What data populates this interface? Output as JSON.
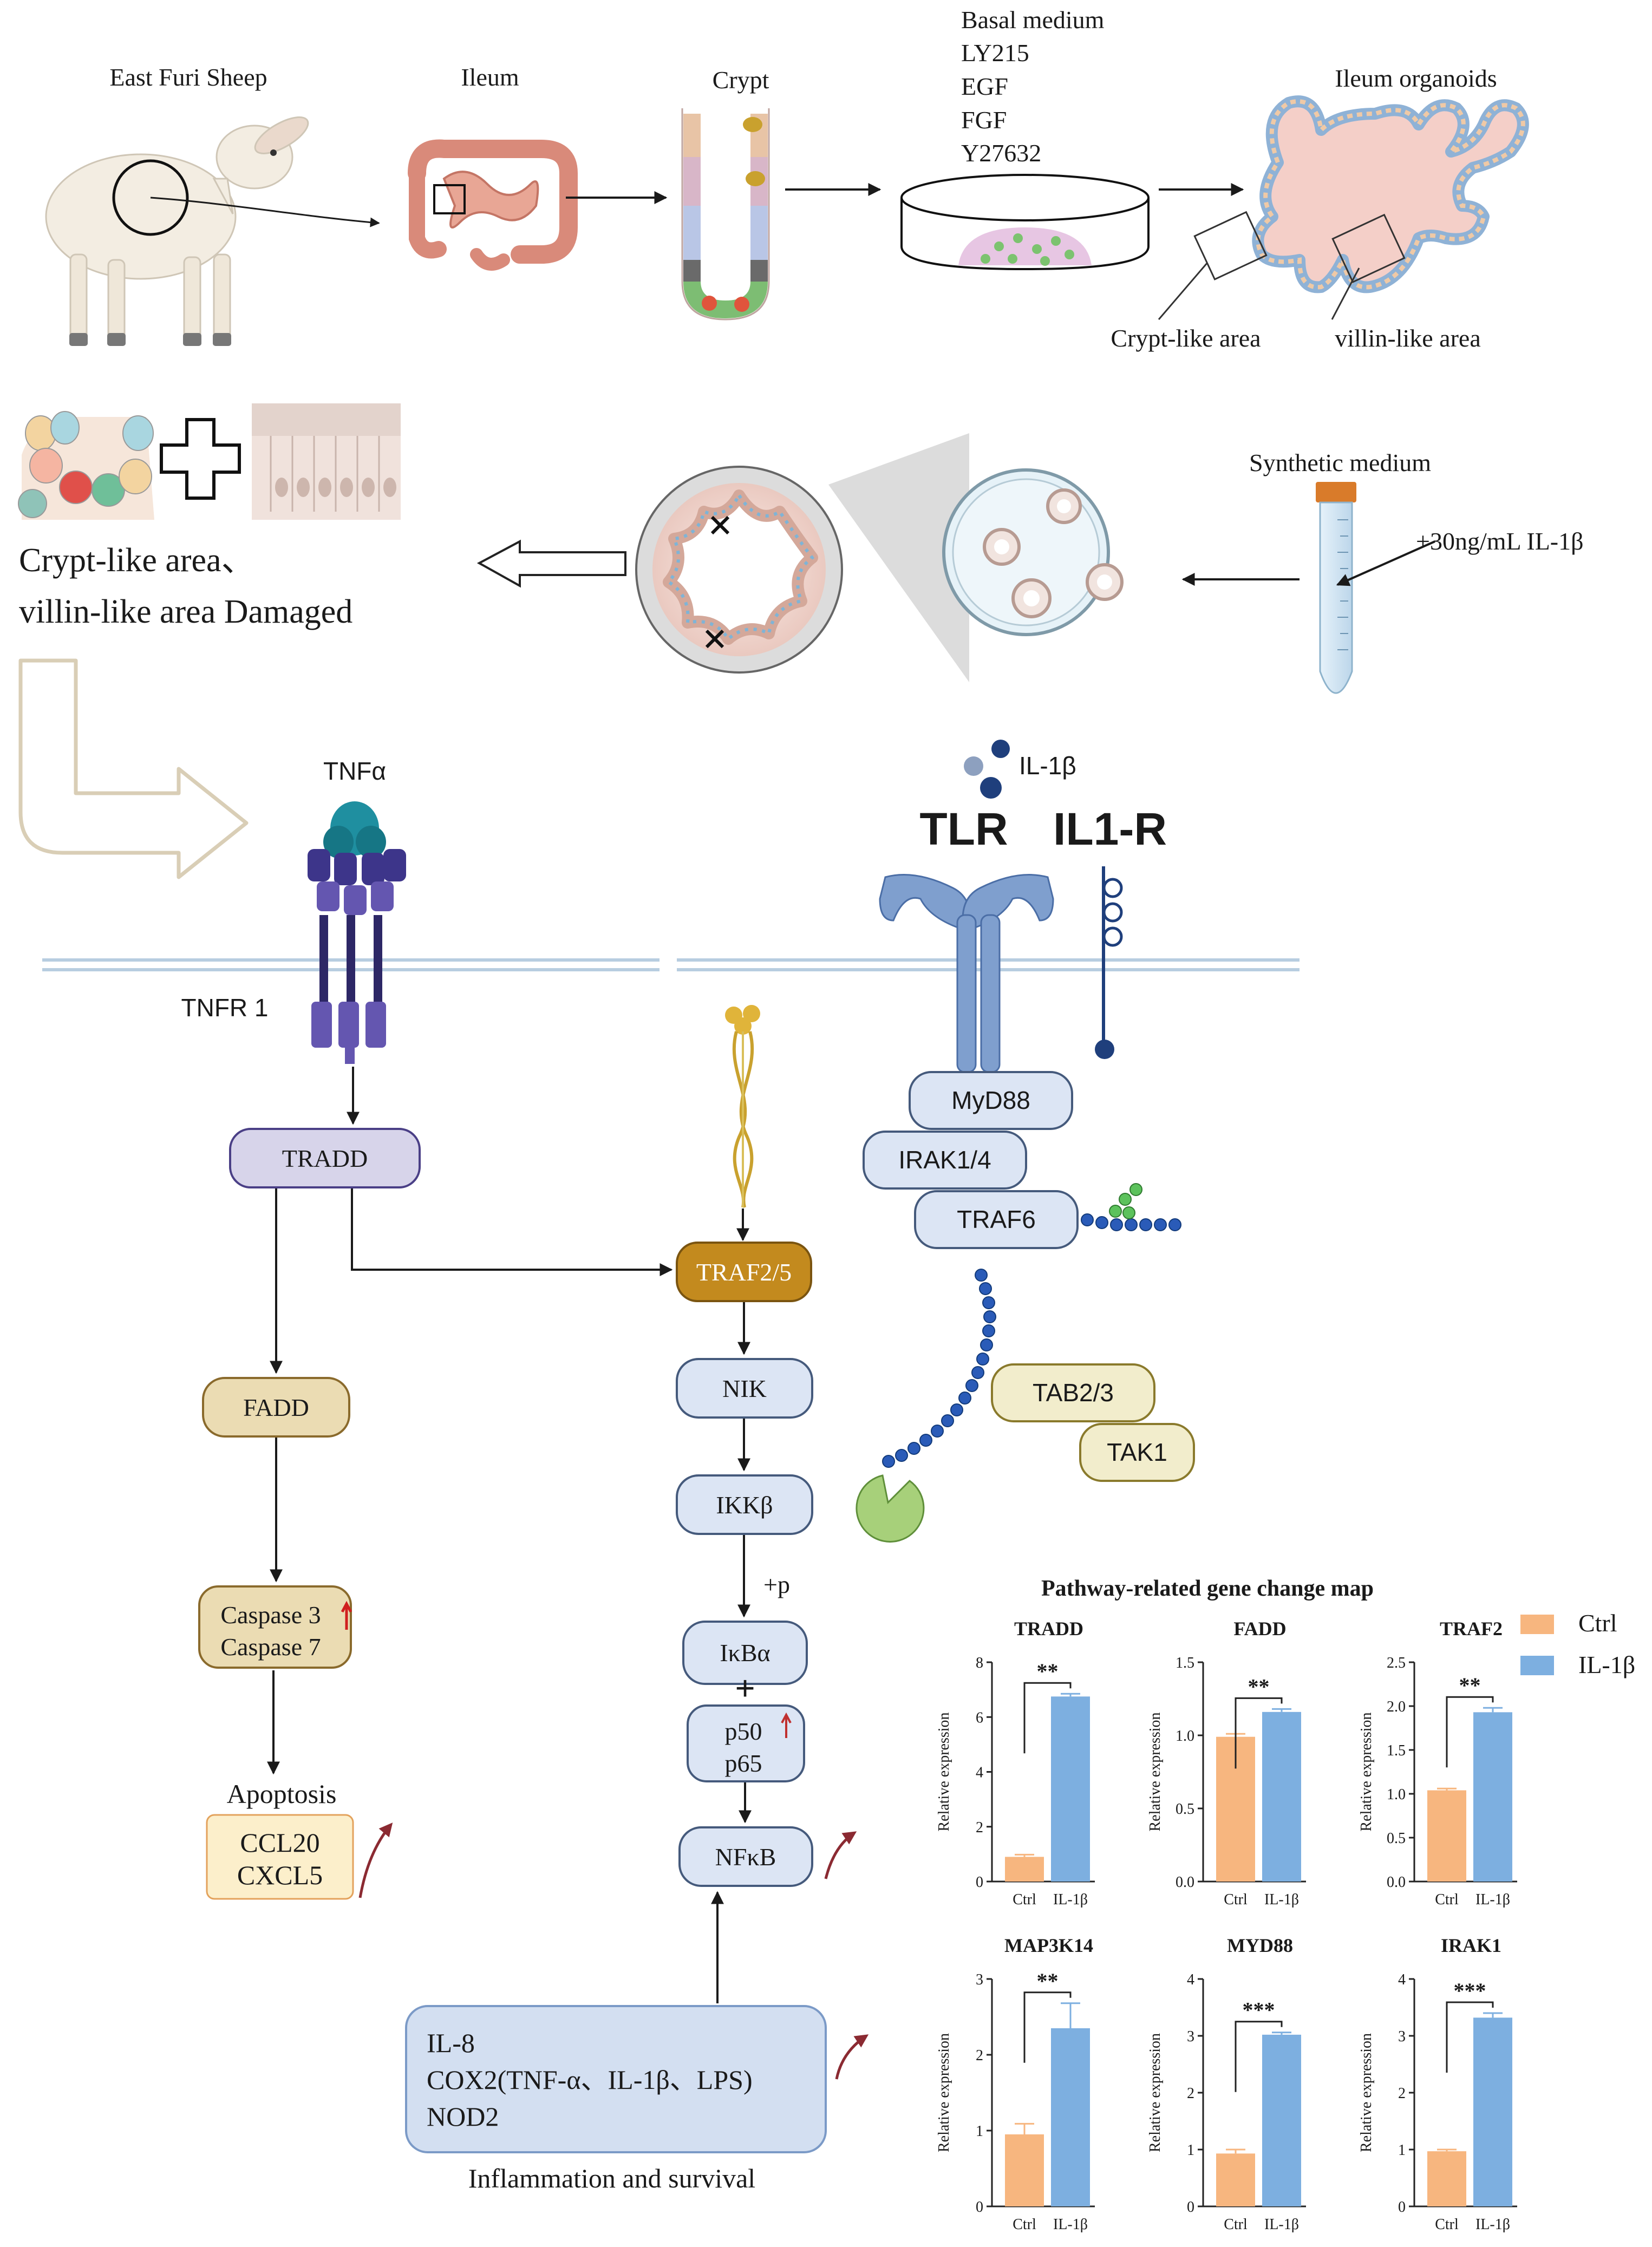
{
  "top_panel": {
    "sheep": "East Furi Sheep",
    "ileum": "Ileum",
    "crypt": "Crypt",
    "medium_items": [
      "Basal medium",
      "LY215",
      "EGF",
      "FGF",
      "Y27632"
    ],
    "organoids": "Ileum organoids",
    "crypt_like": "Crypt-like area",
    "villin_like": "villin-like area"
  },
  "second_panel": {
    "damage_line1": "Crypt-like area、",
    "damage_line2": "villin-like area Damaged",
    "synthetic": "Synthetic medium",
    "il1b_dose": "+30ng/mL IL-1β"
  },
  "pathway": {
    "tnfa": "TNFα",
    "tnfr1": "TNFR 1",
    "il1b": "IL-1β",
    "tlr": "TLR",
    "il1r": "IL1-R",
    "tradd": "TRADD",
    "fadd": "FADD",
    "caspase3": "Caspase 3",
    "caspase7": "Caspase 7",
    "apoptosis": "Apoptosis",
    "ccl20": "CCL20",
    "cxcl5": "CXCL5",
    "traf25": "TRAF2/5",
    "nik": "NIK",
    "ikkb": "IKKβ",
    "plus_p": "+p",
    "ikba": "IκBα",
    "plus": "+",
    "p50": "p50",
    "p65": "p65",
    "nfkb": "NFκB",
    "myd88": "MyD88",
    "irak14": "IRAK1/4",
    "traf6": "TRAF6",
    "tab23": "TAB2/3",
    "tak1": "TAK1",
    "inflam_lines": [
      "IL-8",
      "COX2(TNF-α、IL-1β、LPS)",
      "NOD2"
    ],
    "inflam_label": "Inflammation and survival"
  },
  "colors": {
    "ctrl": "#F7B67F",
    "il1b": "#7DAFE0",
    "tradd_box": "#D7D4EA",
    "fadd_box": "#EBDCB3",
    "traf25_box": "#C38A1E",
    "pathway_box": "#DCE5F4",
    "tab_box": "#F2EDCC",
    "apoptosis_box": "#FCEFCB",
    "inflam_box": "#D3DFF1",
    "receptor_tlr": "#7F9FCE",
    "membrane": "#B7CDE0"
  },
  "chart_data": {
    "title": "Pathway-related gene change map",
    "legend": [
      "Ctrl",
      "IL-1β"
    ],
    "legend_position": "top-right",
    "type": "bar",
    "ylabel": "Relative expression",
    "panels": [
      {
        "gene": "TRADD",
        "categories": [
          "Ctrl",
          "IL-1β"
        ],
        "values": [
          0.9,
          6.75
        ],
        "errors": [
          0.08,
          0.1
        ],
        "ylim": [
          0,
          8
        ],
        "yticks": [
          "0",
          "2",
          "4",
          "6",
          "8"
        ],
        "significance": "**"
      },
      {
        "gene": "FADD",
        "categories": [
          "Ctrl",
          "IL-1β"
        ],
        "values": [
          0.99,
          1.16
        ],
        "errors": [
          0.02,
          0.02
        ],
        "ylim": [
          0,
          1.5
        ],
        "yticks": [
          "0.0",
          "0.5",
          "1.0",
          "1.5"
        ],
        "significance": "**"
      },
      {
        "gene": "TRAF2",
        "categories": [
          "Ctrl",
          "IL-1β"
        ],
        "values": [
          1.04,
          1.93
        ],
        "errors": [
          0.02,
          0.05
        ],
        "ylim": [
          0,
          2.5
        ],
        "yticks": [
          "0.0",
          "0.5",
          "1.0",
          "1.5",
          "2.0",
          "2.5"
        ],
        "significance": "**"
      },
      {
        "gene": "MAP3K14",
        "categories": [
          "Ctrl",
          "IL-1β"
        ],
        "values": [
          0.95,
          2.35
        ],
        "errors": [
          0.14,
          0.33
        ],
        "ylim": [
          0,
          3
        ],
        "yticks": [
          "0",
          "1",
          "2",
          "3"
        ],
        "significance": "**"
      },
      {
        "gene": "MYD88",
        "categories": [
          "Ctrl",
          "IL-1β"
        ],
        "values": [
          0.93,
          3.02
        ],
        "errors": [
          0.07,
          0.04
        ],
        "ylim": [
          0,
          4
        ],
        "yticks": [
          "0",
          "1",
          "2",
          "3",
          "4"
        ],
        "significance": "***"
      },
      {
        "gene": "IRAK1",
        "categories": [
          "Ctrl",
          "IL-1β"
        ],
        "values": [
          0.97,
          3.32
        ],
        "errors": [
          0.03,
          0.08
        ],
        "ylim": [
          0,
          4
        ],
        "yticks": [
          "0",
          "1",
          "2",
          "3",
          "4"
        ],
        "significance": "***"
      }
    ]
  }
}
